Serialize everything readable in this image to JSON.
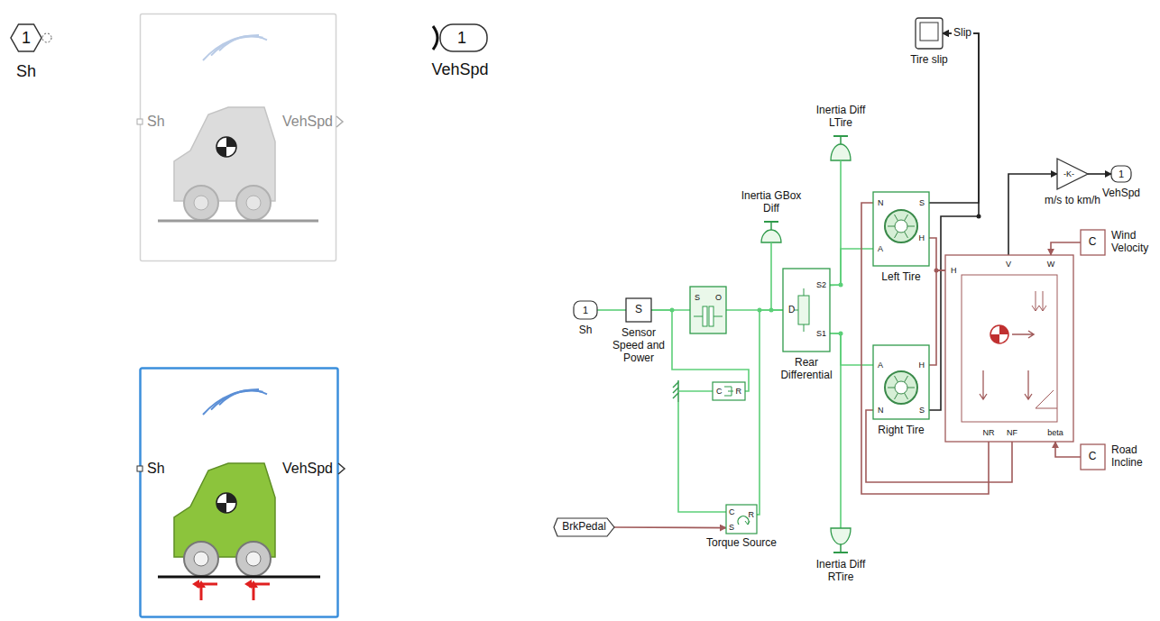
{
  "diagram": {
    "nodes": [
      {
        "text": [
          "1",
          "Sh"
        ]
      },
      {
        "text": [
          "Sh",
          "VehSpd"
        ]
      },
      {
        "text": [
          "1",
          "VehSpd"
        ]
      },
      {
        "text": [
          "Sh",
          "VehSpd"
        ]
      },
      {
        "text": [
          "1",
          "Sh"
        ]
      },
      {
        "text": [
          "S",
          "Sensor Speed and Power"
        ]
      },
      {
        "text": [
          "S",
          "O"
        ]
      },
      {
        "text": [
          "Inertia GBox Diff"
        ]
      },
      {
        "text": [
          "D",
          "S2",
          "S1",
          "Rear Differential"
        ]
      },
      {
        "text": [
          "Inertia Diff LTire"
        ]
      },
      {
        "text": [
          "Inertia Diff RTire"
        ]
      },
      {
        "text": [
          "Tire slip"
        ]
      },
      {
        "text": [
          "N",
          "S",
          "A",
          "H",
          "Left Tire"
        ]
      },
      {
        "text": [
          "A",
          "H",
          "N",
          "S",
          "Right Tire"
        ]
      },
      {
        "text": [
          "H",
          "V",
          "W",
          "NR",
          "NF",
          "beta"
        ]
      },
      {
        "text": [
          "C",
          "Wind Velocity"
        ]
      },
      {
        "text": [
          "C",
          "Road Incline"
        ]
      },
      {
        "text": [
          "-K-",
          "m/s to km/h"
        ]
      },
      {
        "text": [
          "1",
          "VehSpd"
        ]
      },
      {
        "text": [
          "C",
          "R"
        ]
      },
      {
        "text": [
          "C",
          "R",
          "S",
          "Torque Source"
        ]
      },
      {
        "text": [
          "BrkPedal"
        ]
      }
    ],
    "edges": [
      {
        "from": 4,
        "to": 5,
        "arrow": "none"
      },
      {
        "from": 5,
        "to": 6,
        "arrow": "none"
      },
      {
        "from": 6,
        "to": 8,
        "arrow": "none"
      },
      {
        "from": 7,
        "to": 8,
        "arrow": "none"
      },
      {
        "from": 20,
        "to": 8,
        "arrow": "none"
      },
      {
        "from": 5,
        "to": 19,
        "arrow": "none"
      },
      {
        "from": 21,
        "to": 20,
        "arrow": "to"
      },
      {
        "from": 8,
        "to": 9,
        "arrow": "none"
      },
      {
        "from": 8,
        "to": 12,
        "arrow": "none"
      },
      {
        "from": 8,
        "to": 10,
        "arrow": "none"
      },
      {
        "from": 8,
        "to": 13,
        "arrow": "none"
      },
      {
        "from": 12,
        "to": 11,
        "label": "Slip",
        "arrow": "to"
      },
      {
        "from": 13,
        "to": 11,
        "arrow": "to"
      },
      {
        "from": 12,
        "to": 14,
        "arrow": "none"
      },
      {
        "from": 13,
        "to": 14,
        "arrow": "none"
      },
      {
        "from": 14,
        "to": 12,
        "arrow": "none"
      },
      {
        "from": 14,
        "to": 13,
        "arrow": "none"
      },
      {
        "from": 15,
        "to": 14,
        "arrow": "to"
      },
      {
        "from": 16,
        "to": 14,
        "arrow": "to"
      },
      {
        "from": 14,
        "to": 17,
        "arrow": "to"
      },
      {
        "from": 17,
        "to": 18,
        "arrow": "to"
      }
    ]
  }
}
